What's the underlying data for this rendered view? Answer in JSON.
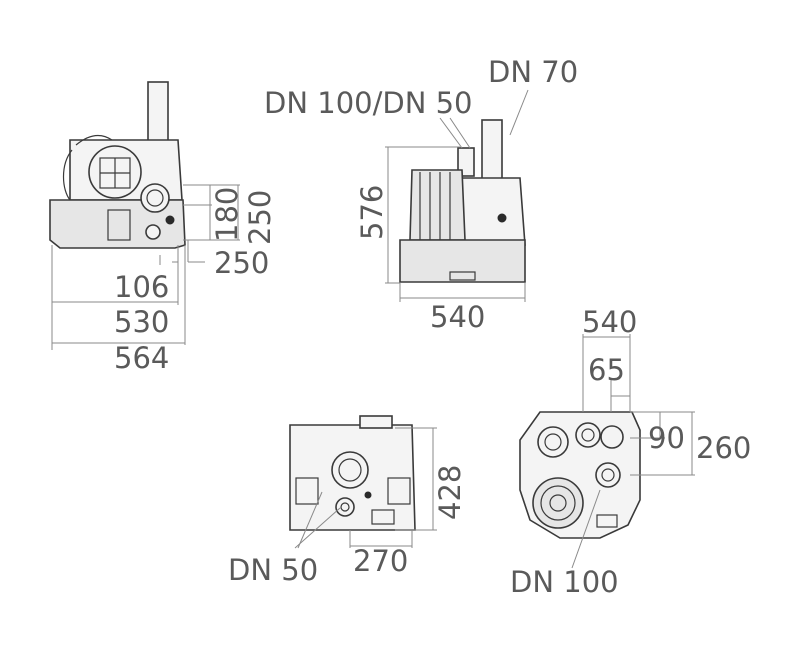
{
  "labels": {
    "dn70": "DN 70",
    "dn100_dn50": "DN 100/DN 50",
    "dim576": "576",
    "dim540_side": "540",
    "dim180": "180",
    "dim250_vertical": "250",
    "dim250_horizontal": "250",
    "dim106": "106",
    "dim530": "530",
    "dim564": "564",
    "dim428": "428",
    "dim270": "270",
    "dn50": "DN 50",
    "dim540_top": "540",
    "dim65": "65",
    "dim90": "90",
    "dim260": "260",
    "dn100": "DN 100"
  },
  "colors": {
    "line": "#3a3a3a",
    "dimension": "#8a8a8a",
    "text": "#5a5a5a"
  }
}
